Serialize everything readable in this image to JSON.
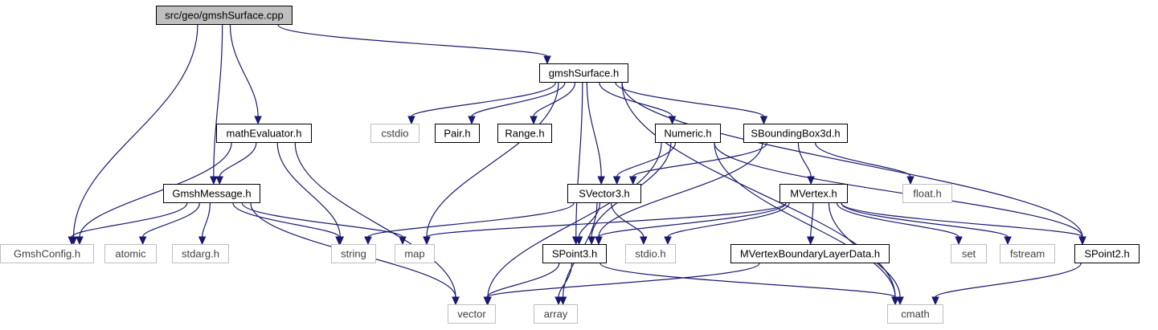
{
  "nodes": [
    {
      "id": "gmshSurface_cpp",
      "label": "src/geo/gmshSurface.cpp",
      "kind": "root"
    },
    {
      "id": "gmshSurface_h",
      "label": "gmshSurface.h",
      "kind": "local"
    },
    {
      "id": "mathEvaluator_h",
      "label": "mathEvaluator.h",
      "kind": "local"
    },
    {
      "id": "GmshMessage_h",
      "label": "GmshMessage.h",
      "kind": "local"
    },
    {
      "id": "GmshConfig_h",
      "label": "GmshConfig.h",
      "kind": "external"
    },
    {
      "id": "atomic",
      "label": "atomic",
      "kind": "external"
    },
    {
      "id": "stdarg_h",
      "label": "stdarg.h",
      "kind": "external"
    },
    {
      "id": "string",
      "label": "string",
      "kind": "external"
    },
    {
      "id": "map",
      "label": "map",
      "kind": "external"
    },
    {
      "id": "vector",
      "label": "vector",
      "kind": "external"
    },
    {
      "id": "cstdio",
      "label": "cstdio",
      "kind": "external"
    },
    {
      "id": "Pair_h",
      "label": "Pair.h",
      "kind": "local"
    },
    {
      "id": "Range_h",
      "label": "Range.h",
      "kind": "local"
    },
    {
      "id": "Numeric_h",
      "label": "Numeric.h",
      "kind": "local"
    },
    {
      "id": "SBoundingBox3d_h",
      "label": "SBoundingBox3d.h",
      "kind": "local"
    },
    {
      "id": "SVector3_h",
      "label": "SVector3.h",
      "kind": "local"
    },
    {
      "id": "MVertex_h",
      "label": "MVertex.h",
      "kind": "local"
    },
    {
      "id": "float_h",
      "label": "float.h",
      "kind": "external"
    },
    {
      "id": "SPoint3_h",
      "label": "SPoint3.h",
      "kind": "local"
    },
    {
      "id": "stdio_h",
      "label": "stdio.h",
      "kind": "external"
    },
    {
      "id": "MVertexBoundaryLayerData_h",
      "label": "MVertexBoundaryLayerData.h",
      "kind": "local"
    },
    {
      "id": "set",
      "label": "set",
      "kind": "external"
    },
    {
      "id": "fstream",
      "label": "fstream",
      "kind": "external"
    },
    {
      "id": "SPoint2_h",
      "label": "SPoint2.h",
      "kind": "local"
    },
    {
      "id": "array",
      "label": "array",
      "kind": "external"
    },
    {
      "id": "cmath",
      "label": "cmath",
      "kind": "external"
    }
  ],
  "edges": [
    [
      "gmshSurface_cpp",
      "gmshSurface_h"
    ],
    [
      "gmshSurface_cpp",
      "mathEvaluator_h"
    ],
    [
      "gmshSurface_cpp",
      "GmshMessage_h"
    ],
    [
      "gmshSurface_cpp",
      "GmshConfig_h"
    ],
    [
      "gmshSurface_h",
      "cstdio"
    ],
    [
      "gmshSurface_h",
      "Pair_h"
    ],
    [
      "gmshSurface_h",
      "Range_h"
    ],
    [
      "gmshSurface_h",
      "Numeric_h"
    ],
    [
      "gmshSurface_h",
      "SBoundingBox3d_h"
    ],
    [
      "gmshSurface_h",
      "SVector3_h"
    ],
    [
      "gmshSurface_h",
      "SPoint3_h"
    ],
    [
      "gmshSurface_h",
      "SPoint2_h"
    ],
    [
      "gmshSurface_h",
      "map"
    ],
    [
      "gmshSurface_h",
      "cmath"
    ],
    [
      "mathEvaluator_h",
      "GmshMessage_h"
    ],
    [
      "mathEvaluator_h",
      "GmshConfig_h"
    ],
    [
      "mathEvaluator_h",
      "string"
    ],
    [
      "mathEvaluator_h",
      "vector"
    ],
    [
      "GmshMessage_h",
      "GmshConfig_h"
    ],
    [
      "GmshMessage_h",
      "atomic"
    ],
    [
      "GmshMessage_h",
      "stdarg_h"
    ],
    [
      "GmshMessage_h",
      "string"
    ],
    [
      "GmshMessage_h",
      "map"
    ],
    [
      "GmshMessage_h",
      "vector"
    ],
    [
      "Numeric_h",
      "SVector3_h"
    ],
    [
      "Numeric_h",
      "SPoint3_h"
    ],
    [
      "Numeric_h",
      "SPoint2_h"
    ],
    [
      "Numeric_h",
      "vector"
    ],
    [
      "Numeric_h",
      "cmath"
    ],
    [
      "SBoundingBox3d_h",
      "SVector3_h"
    ],
    [
      "SBoundingBox3d_h",
      "SPoint3_h"
    ],
    [
      "SBoundingBox3d_h",
      "MVertex_h"
    ],
    [
      "SBoundingBox3d_h",
      "float_h"
    ],
    [
      "SVector3_h",
      "SPoint3_h"
    ],
    [
      "SVector3_h",
      "string"
    ],
    [
      "SVector3_h",
      "stdio_h"
    ],
    [
      "SVector3_h",
      "array"
    ],
    [
      "MVertex_h",
      "SPoint3_h"
    ],
    [
      "MVertex_h",
      "SPoint2_h"
    ],
    [
      "MVertex_h",
      "MVertexBoundaryLayerData_h"
    ],
    [
      "MVertex_h",
      "set"
    ],
    [
      "MVertex_h",
      "fstream"
    ],
    [
      "MVertex_h",
      "map"
    ],
    [
      "MVertex_h",
      "stdio_h"
    ],
    [
      "MVertex_h",
      "cmath"
    ],
    [
      "MVertexBoundaryLayerData_h",
      "vector"
    ],
    [
      "SPoint3_h",
      "vector"
    ],
    [
      "SPoint3_h",
      "array"
    ],
    [
      "SPoint3_h",
      "cmath"
    ],
    [
      "SPoint2_h",
      "cmath"
    ]
  ],
  "colors": {
    "edge": "#191970",
    "local_border": "#000000",
    "external_border": "#bfbfbf",
    "external_text": "#404040",
    "root_fill": "#bfbfbf",
    "text": "#000000"
  }
}
